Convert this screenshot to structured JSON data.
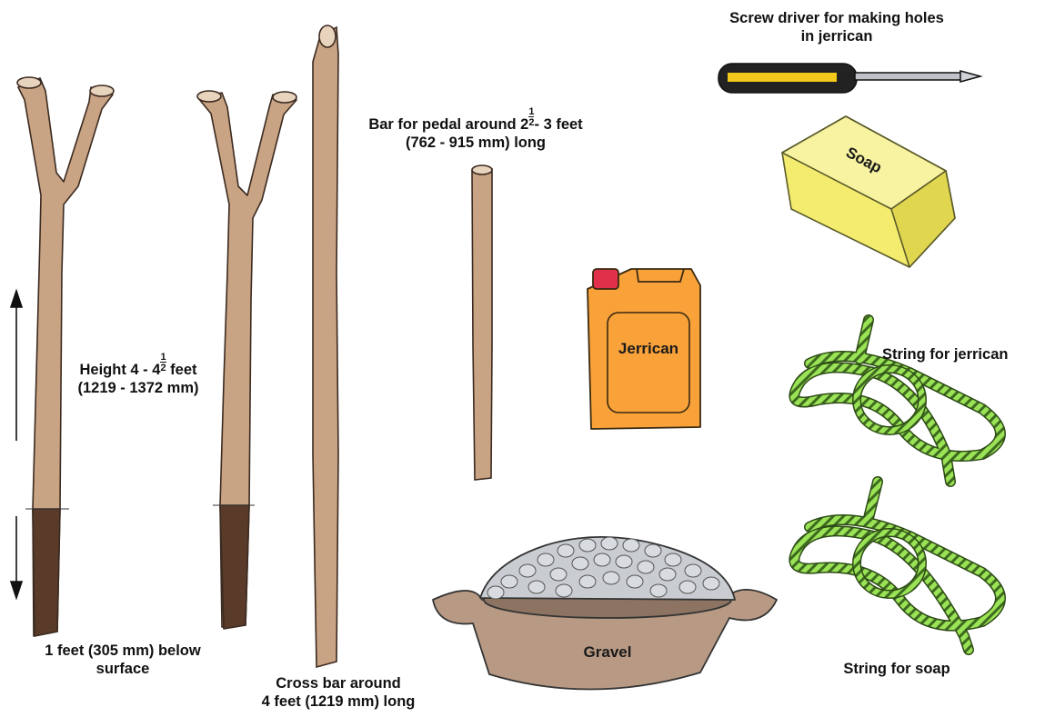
{
  "labels": {
    "height_line1_a": "Height 4 - 4",
    "height_frac_num": "1",
    "height_frac_den": "2",
    "height_line1_b": "feet",
    "height_line2": "(1219 - 1372 mm)",
    "below_line1": "1 feet  (305 mm) below",
    "below_line2": "surface",
    "crossbar_line1": "Cross bar around",
    "crossbar_line2": "4 feet (1219 mm) long",
    "pedal_line1_a": "Bar for pedal around 2",
    "pedal_frac_num": "1",
    "pedal_frac_den": "2",
    "pedal_line1_b": "- 3 feet",
    "pedal_line2": "(762 - 915 mm) long",
    "screwdriver_line1": "Screw driver for making holes",
    "screwdriver_line2": "in jerrican",
    "soap": "Soap",
    "jerrican": "Jerrican",
    "string_jerrican": "String for jerrican",
    "string_soap": "String for soap",
    "gravel": "Gravel"
  },
  "colors": {
    "wood": "#c9a484",
    "wood_dark": "#6b4a32",
    "buried": "#5a3b2a",
    "jerrican": "#f9a23a",
    "cap": "#e0304a",
    "soap": "#f3ec6e",
    "rope": "#8fe04a",
    "basin": "#b89a84",
    "stone": "#c9cdd2"
  }
}
